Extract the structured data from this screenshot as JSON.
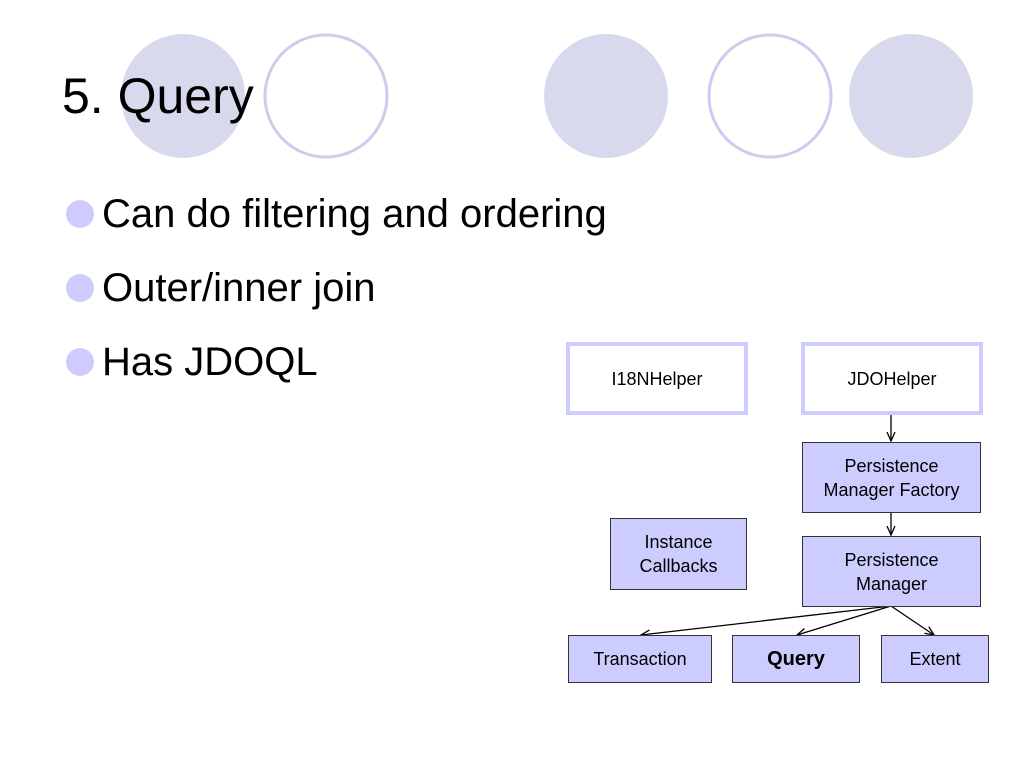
{
  "slide": {
    "title": "5. Query",
    "bullets": [
      {
        "text": "Can do filtering and ordering"
      },
      {
        "text": "Outer/inner join"
      },
      {
        "text": "Has JDOQL"
      }
    ]
  },
  "colors": {
    "accent": "#ccccff",
    "circle_fill": "#d9d9ee",
    "circle_outline": "#ccccee",
    "box_border": "#333333"
  },
  "diagram": {
    "boxes": {
      "i18n_helper": "I18NHelper",
      "jdo_helper": "JDOHelper",
      "pmf_line1": "Persistence",
      "pmf_line2": "Manager Factory",
      "instance_callbacks_line1": "Instance",
      "instance_callbacks_line2": "Callbacks",
      "pm_line1": "Persistence",
      "pm_line2": "Manager",
      "transaction": "Transaction",
      "query": "Query",
      "extent": "Extent"
    }
  }
}
